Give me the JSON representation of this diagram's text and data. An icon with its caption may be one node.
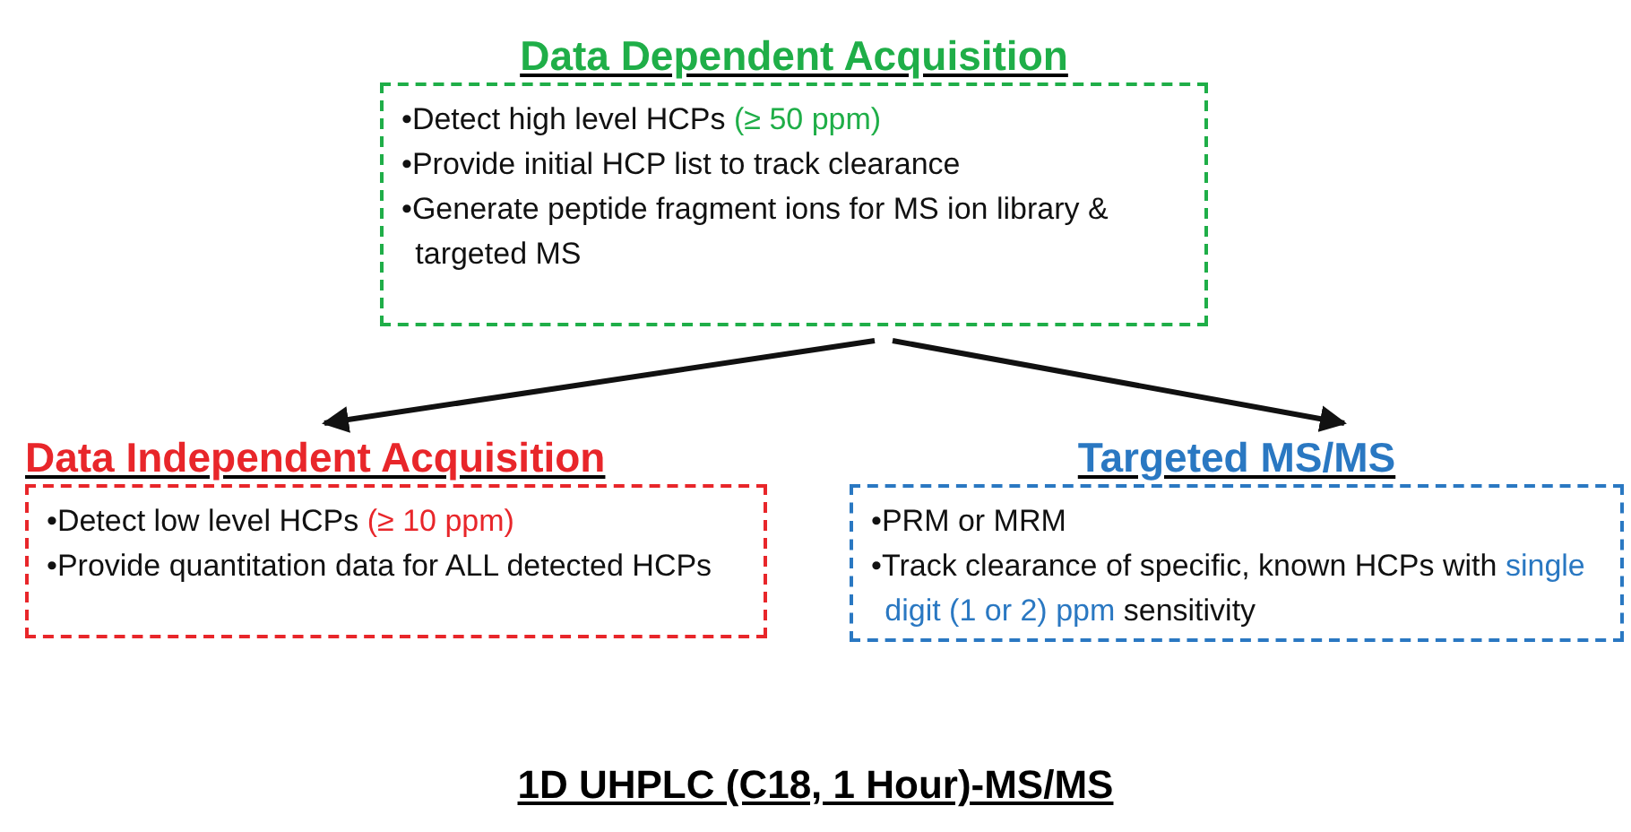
{
  "diagram": {
    "nodes": [
      {
        "text": [
          "Data Dependent Acquisition",
          "•Detect high level HCPs",
          "(≥ 50 ppm)",
          "•Provide initial HCP list to track clearance",
          "•Generate peptide fragment ions for MS ion library & targeted MS"
        ]
      },
      {
        "text": [
          "Data Independent Acquisition",
          "•Detect low level HCPs",
          "(≥ 10 ppm)",
          "•Provide quantitation data for ALL detected HCPs"
        ]
      },
      {
        "text": [
          "Targeted MS/MS",
          "•PRM or MRM",
          "•Track clearance of specific, known HCPs with",
          "single digit (1 or 2) ppm",
          "sensitivity"
        ]
      }
    ],
    "edges": [
      {
        "from": 0,
        "to": 1,
        "arrow": "to"
      },
      {
        "from": 0,
        "to": 2,
        "arrow": "to"
      }
    ],
    "labels": [
      "1D UHPLC (C18, 1 Hour)-MS/MS"
    ]
  }
}
